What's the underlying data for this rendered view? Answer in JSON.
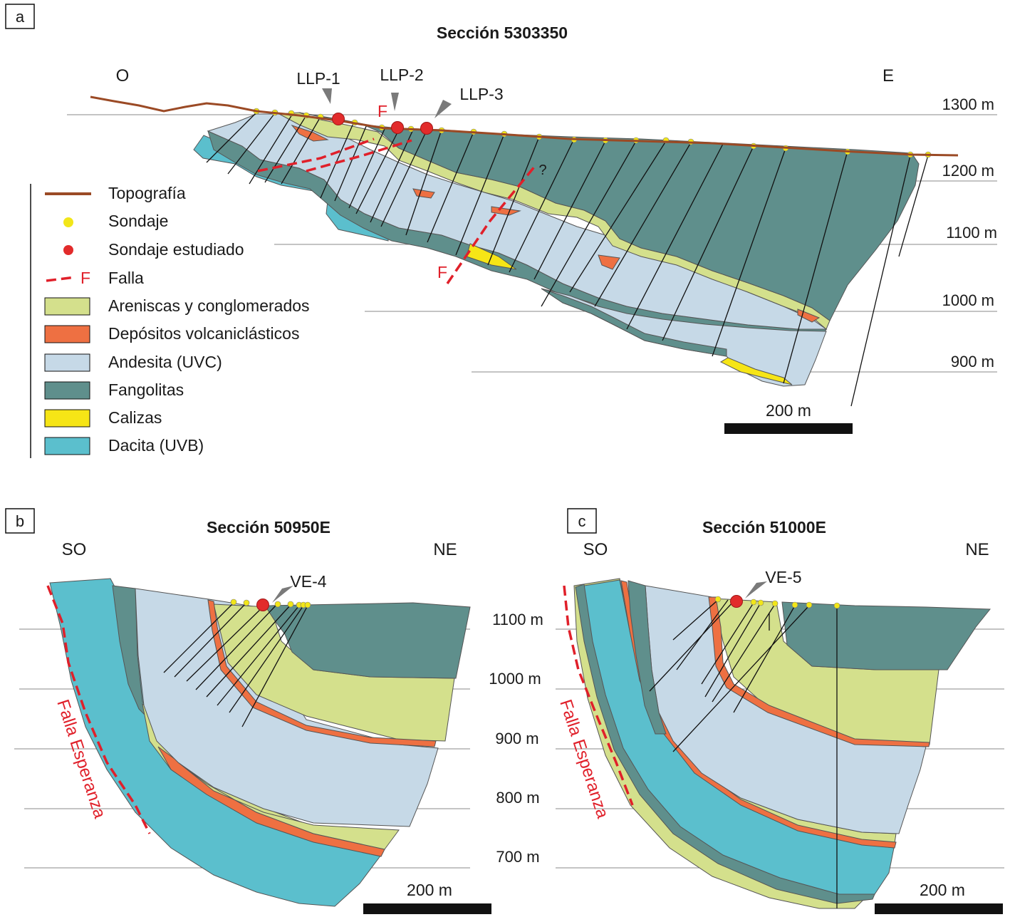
{
  "panels": {
    "a": {
      "letter": "a",
      "title": "Sección 5303350",
      "dir_left": "O",
      "dir_right": "E",
      "elev": [
        "1300 m",
        "1200 m",
        "1100 m",
        "1000 m",
        "900 m"
      ],
      "drillholes": [
        "LLP-1",
        "LLP-2",
        "LLP-3"
      ],
      "fault_label": "F",
      "unknown_mark": "?",
      "scale": "200 m"
    },
    "b": {
      "letter": "b",
      "title": "Sección 50950E",
      "dir_left": "SO",
      "dir_right": "NE",
      "elev": [
        "1100 m",
        "1000 m",
        "900 m",
        "800 m",
        "700 m"
      ],
      "drillhole": "VE-4",
      "fault_name": "Falla Esperanza",
      "scale": "200 m"
    },
    "c": {
      "letter": "c",
      "title": "Sección 51000E",
      "dir_left": "SO",
      "dir_right": "NE",
      "drillhole": "VE-5",
      "fault_name": "Falla Esperanza",
      "scale": "200 m"
    }
  },
  "legend": {
    "topografia": "Topografía",
    "sondaje": "Sondaje",
    "sondaje_estudiado": "Sondaje estudiado",
    "falla": "Falla",
    "falla_symbol": "F",
    "units": [
      {
        "label": "Areniscas y conglomerados",
        "color": "#d4e08c"
      },
      {
        "label": "Depósitos volcaniclásticos",
        "color": "#ee7042"
      },
      {
        "label": "Andesita (UVC)",
        "color": "#c6d9e7"
      },
      {
        "label": "Fangolitas",
        "color": "#5f8f8c"
      },
      {
        "label": "Calizas",
        "color": "#f6e516"
      },
      {
        "label": "Dacita (UVB)",
        "color": "#5bbfcd"
      }
    ]
  },
  "colors": {
    "topography": "#9b4a25",
    "drillhole": "#f2e619",
    "studied_drillhole": "#e22b2b",
    "fault": "#e0202a"
  }
}
